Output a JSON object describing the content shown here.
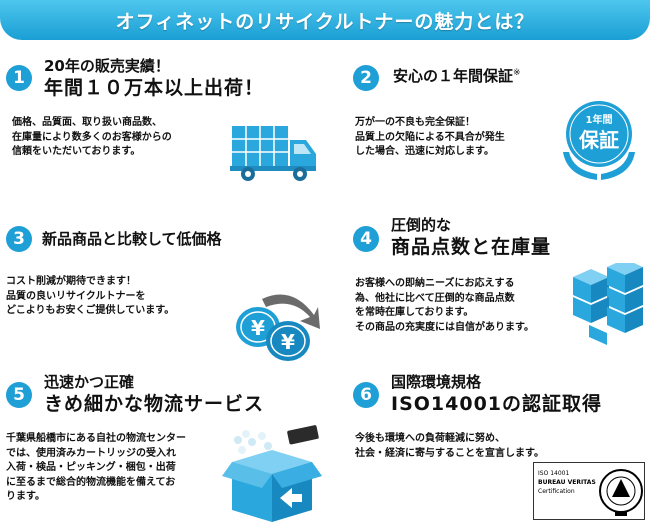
{
  "banner": {
    "title": "オフィネットのリサイクルトナーの魅力とは？"
  },
  "panels": [
    {
      "num": "1",
      "title_line1": "20年の販売実績！",
      "title_line2": "年間１０万本以上出荷！",
      "desc": [
        "価格、品質面、取り扱い商品数、",
        "在庫量により数多くのお客様からの",
        "信頼をいただいております。"
      ],
      "icon": "delivery-truck"
    },
    {
      "num": "2",
      "title_line1": "安心の１年間保証",
      "title_mark": "※",
      "desc": [
        "万が一の不良も完全保証！",
        "品質上の欠陥による不具合が発生",
        "した場合、迅速に対応します。"
      ],
      "icon": "guarantee-badge",
      "badge_top": "1年間",
      "badge_main": "保証"
    },
    {
      "num": "3",
      "title_line1": "新品商品と比較して低価格",
      "desc": [
        "コスト削減が期待できます！",
        "品質の良いリサイクルトナーを",
        "どこよりもお安くご提供しています。"
      ],
      "icon": "yen-coins",
      "coin_symbol": "¥"
    },
    {
      "num": "4",
      "title_line1": "圧倒的な",
      "title_line2": "商品点数と在庫量",
      "desc": [
        "お客様への即納ニーズにお応えする",
        "為、他社に比べて圧倒的な商品点数",
        "を常時在庫しております。",
        "その商品の充実度には自信があります。"
      ],
      "icon": "stacked-boxes"
    },
    {
      "num": "5",
      "title_line1": "迅速かつ正確",
      "title_line2": "きめ細かな物流サービス",
      "desc": [
        "千葉県船橋市にある自社の物流センター",
        "では、使用済みカートリッジの受入れ",
        "入荷・検品・ピッキング・梱包・出荷",
        "に至るまで総合的物流機能を備えてお",
        "ります。"
      ],
      "icon": "packing-box"
    },
    {
      "num": "6",
      "title_line1": "国際環境規格",
      "title_line2": "ISO14001の認証取得",
      "desc": [
        "今後も環境への負荷軽減に努め、",
        "社会・経済に寄与することを宣言します。"
      ],
      "icon": "iso-certificate",
      "cert_lines": [
        "ISO 14001",
        "BUREAU VERITAS",
        "Certification"
      ]
    }
  ]
}
